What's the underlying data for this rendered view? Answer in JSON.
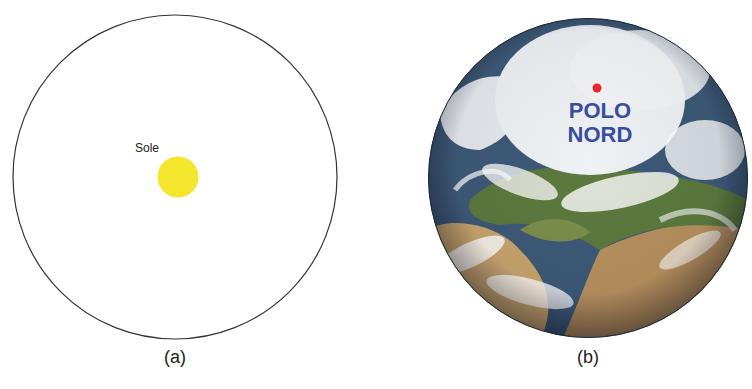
{
  "diagram": {
    "nodes": [
      {
        "text": [
          "Sole"
        ]
      },
      {
        "text": [
          "POLO NORD"
        ]
      }
    ],
    "labels": [
      "(a)",
      "(b)"
    ]
  }
}
